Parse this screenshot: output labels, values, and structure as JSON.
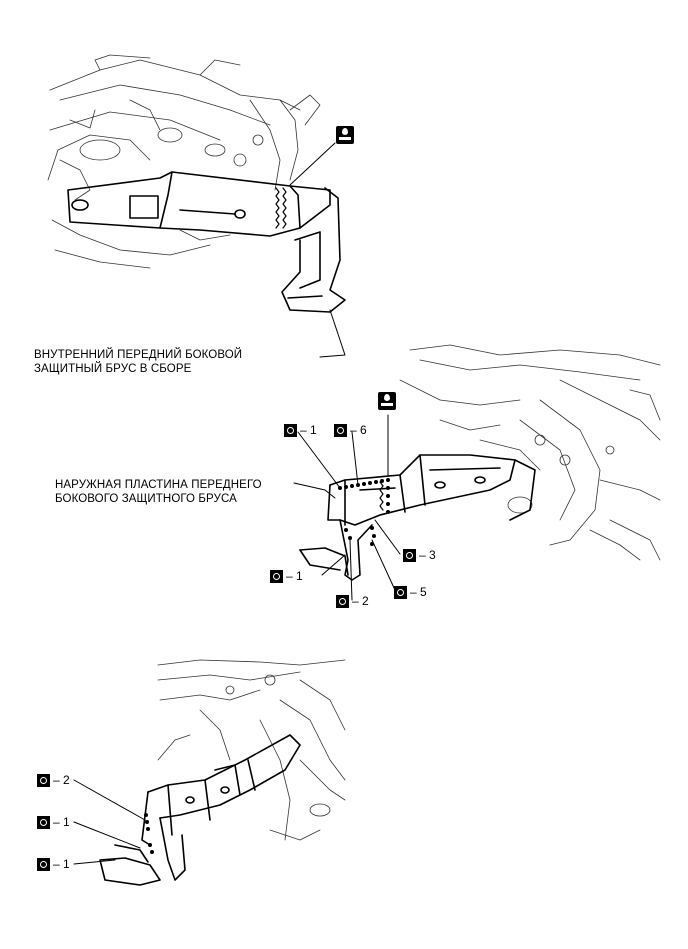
{
  "labels": {
    "inner_assembly_line1": "ВНУТРЕННИЙ ПЕРЕДНИЙ БОКОВОЙ",
    "inner_assembly_line2": "ЗАЩИТНЫЙ БРУС В СБОРЕ",
    "outer_plate_line1": "НАРУЖНАЯ ПЛАСТИНА ПЕРЕДНЕГО",
    "outer_plate_line2": "БОКОВОГО ЗАЩИТНОГО БРУСА"
  },
  "callouts": {
    "mid_1_top": "– 1",
    "mid_6": "– 6",
    "mid_3": "– 3",
    "mid_1_left": "– 1",
    "mid_5": "– 5",
    "mid_2": "– 2",
    "bot_2": "– 2",
    "bot_1_a": "– 1",
    "bot_1_b": "– 1"
  },
  "icons": {
    "weld": "spot-weld-icon",
    "sealer": "sealer-icon"
  }
}
